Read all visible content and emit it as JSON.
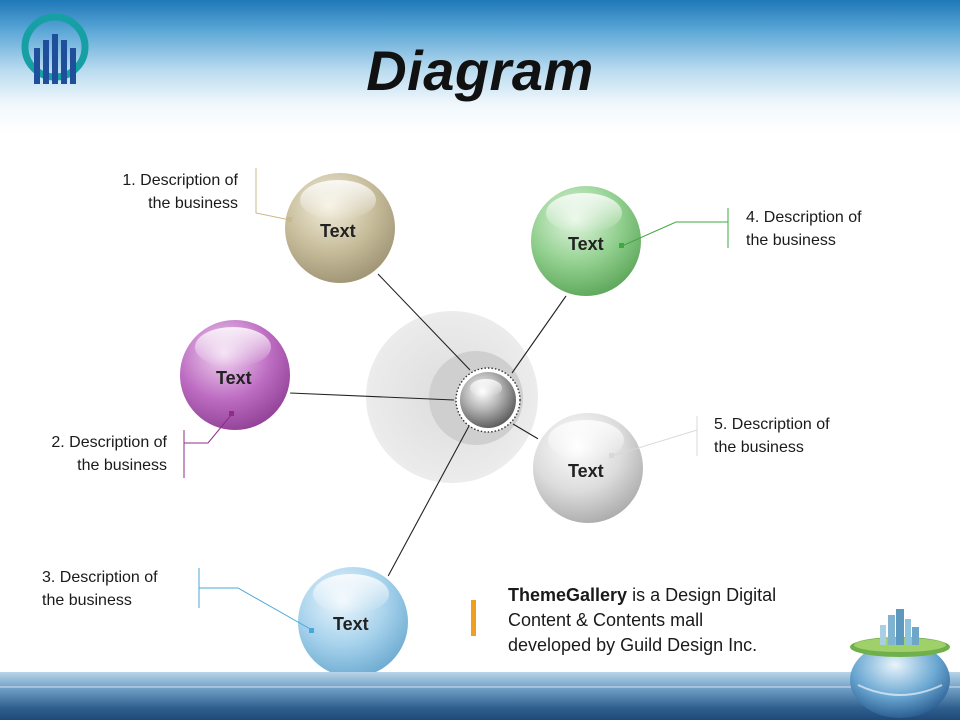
{
  "title": "Diagram",
  "center": {
    "label": ""
  },
  "nodes": [
    {
      "id": "n1",
      "label": "Text",
      "color": "#b9b08f",
      "description_line1": "1. Description of",
      "description_line2": "the business"
    },
    {
      "id": "n2",
      "label": "Text",
      "color": "#b15fb6",
      "description_line1": "2. Description of",
      "description_line2": "the business"
    },
    {
      "id": "n3",
      "label": "Text",
      "color": "#93c7e4",
      "description_line1": "3. Description of",
      "description_line2": "the business"
    },
    {
      "id": "n4",
      "label": "Text",
      "color": "#7cc27a",
      "description_line1": "4. Description of",
      "description_line2": "the business"
    },
    {
      "id": "n5",
      "label": "Text",
      "color": "#cfcfcf",
      "description_line1": "5. Description of",
      "description_line2": "the business"
    }
  ],
  "note": {
    "brand": "ThemeGallery",
    "line1_rest": " is a Design Digital",
    "line2": "Content & Contents mall",
    "line3": "developed by Guild Design Inc."
  },
  "colors": {
    "accent": "#f0a020",
    "callout_1": "#c8b98a",
    "callout_2": "#8e2c8e",
    "callout_3": "#4aa8d8",
    "callout_4": "#3fa83f",
    "callout_5": "#d0d0d0"
  },
  "icons": [
    "logo-icon",
    "globe-city-icon"
  ]
}
